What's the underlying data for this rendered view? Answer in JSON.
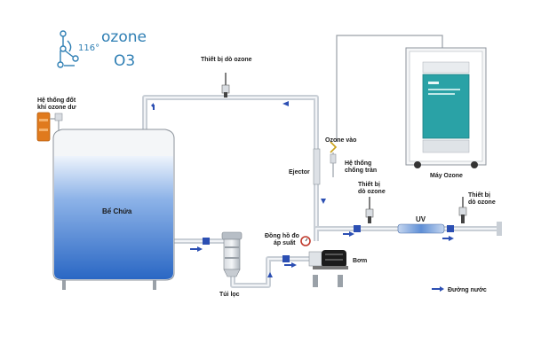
{
  "logo": {
    "angle_text": "116°",
    "ozone_word": "ozone",
    "formula": "O3"
  },
  "labels": {
    "ozone_detector_top": "Thiết bị dò ozone",
    "residual_burner_line1": "Hệ thống đốt",
    "residual_burner_line2": "khí ozone dư",
    "tank": "Bể Chứa",
    "ozone_inlet": "Ozone vào",
    "ejector": "Ejector",
    "overflow_line1": "Hệ thống",
    "overflow_line2": "chống tràn",
    "ozone_machine": "Máy Ozone",
    "detector_mid_line1": "Thiết bị",
    "detector_mid_line2": "dò ozone",
    "detector_right_line1": "Thiết bị",
    "detector_right_line2": "dò ozone",
    "uv": "UV",
    "pressure_gauge_line1": "Đồng hồ đo",
    "pressure_gauge_line2": "áp suất",
    "pump": "Bơm",
    "filter_bag": "Túi lọc",
    "legend": "Đường nước"
  },
  "colors": {
    "pipe": "#c9cfd6",
    "water_top": "#e6effb",
    "water_bottom": "#2a67c4",
    "arrow": "#2c4fb3",
    "machine_panel": "#2aa2a6",
    "burner_orange": "#e07a1d"
  }
}
